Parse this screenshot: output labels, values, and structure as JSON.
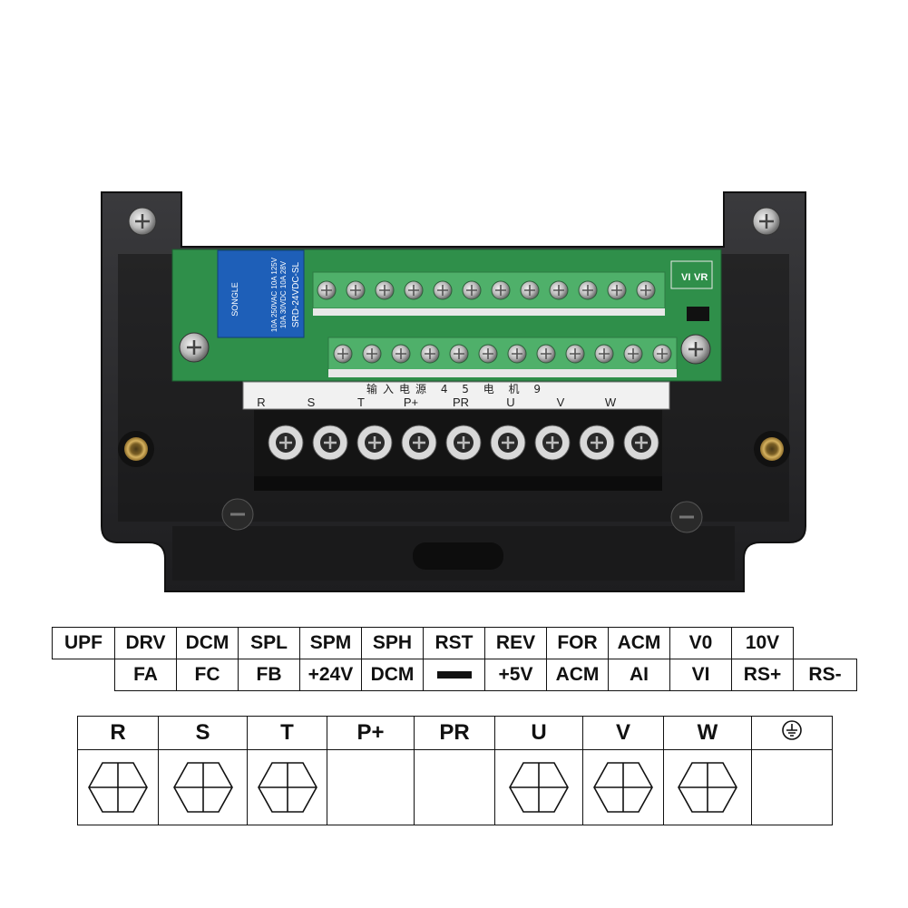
{
  "photo": {
    "relay": {
      "brand": "SONGLE",
      "ratings": [
        "10A 250VAC  10A 125V",
        "10A 30VDC  10A 28V"
      ],
      "model": "SRD-24VDC-SL"
    },
    "jumpers": [
      "VI",
      "VR"
    ],
    "strip_chinese": "输入电源 4 5 电 机 9",
    "strip_labels": [
      "R",
      "S",
      "T",
      "P+",
      "PR",
      "U",
      "V",
      "W"
    ]
  },
  "control_terminals": {
    "row1": [
      "UPF",
      "DRV",
      "DCM",
      "SPL",
      "SPM",
      "SPH",
      "RST",
      "REV",
      "FOR",
      "ACM",
      "V0",
      "10V"
    ],
    "row2": [
      "FA",
      "FC",
      "FB",
      "+24V",
      "DCM",
      "",
      "+5V",
      "ACM",
      "AI",
      "VI",
      "RS+",
      "RS-"
    ]
  },
  "power_terminals": {
    "labels": [
      "R",
      "S",
      "T",
      "P+",
      "PR",
      "U",
      "V",
      "W"
    ],
    "ground_icon": "ground-icon",
    "screw_slots": [
      true,
      true,
      true,
      false,
      false,
      true,
      true,
      true,
      false
    ]
  },
  "colors": {
    "pcb_green": "#2f8f4a",
    "terminal_green": "#4fb06a",
    "enclosure": "#2b2b2d",
    "relay_blue": "#1e5fb8"
  }
}
